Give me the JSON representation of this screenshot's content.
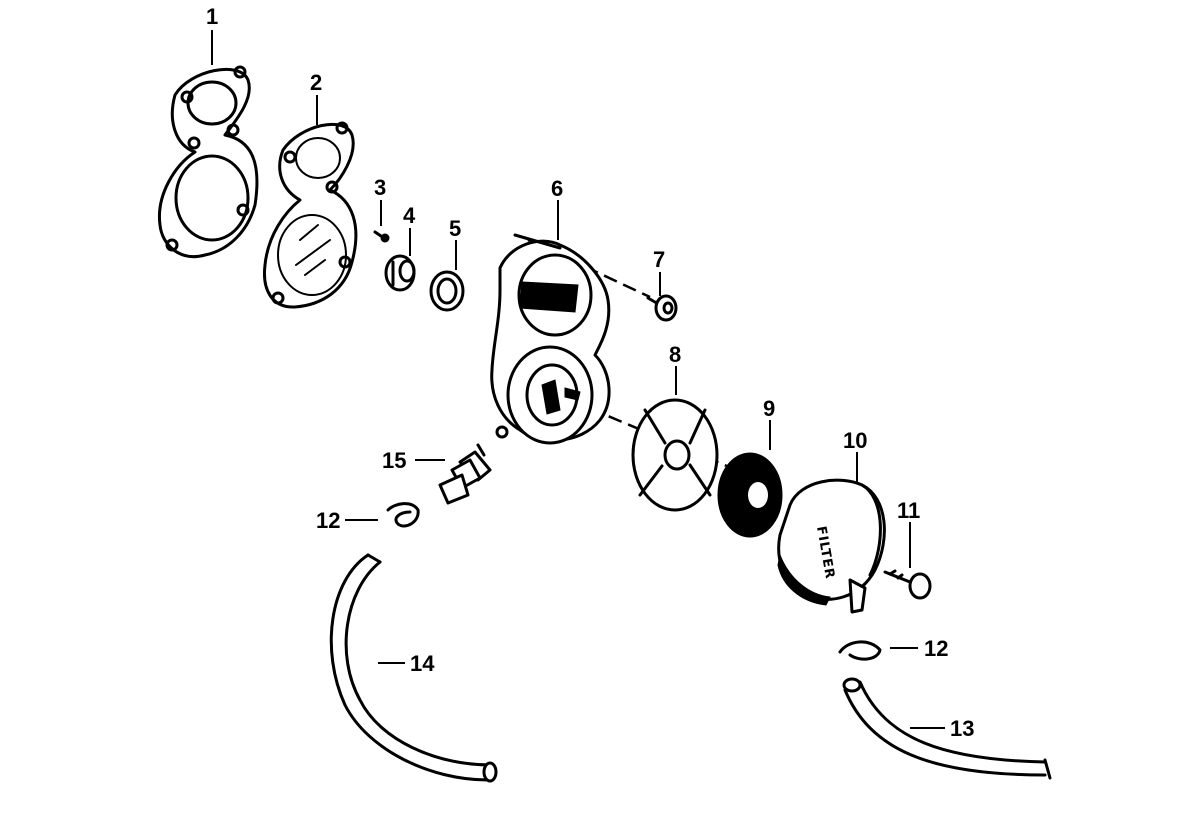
{
  "callouts": {
    "c1": "1",
    "c2": "2",
    "c3": "3",
    "c4": "4",
    "c5": "5",
    "c6": "6",
    "c7": "7",
    "c8": "8",
    "c9": "9",
    "c10": "10",
    "c11": "11",
    "c12a": "12",
    "c12b": "12",
    "c13": "13",
    "c14": "14",
    "c15": "15"
  },
  "filter_label": "FILTER"
}
